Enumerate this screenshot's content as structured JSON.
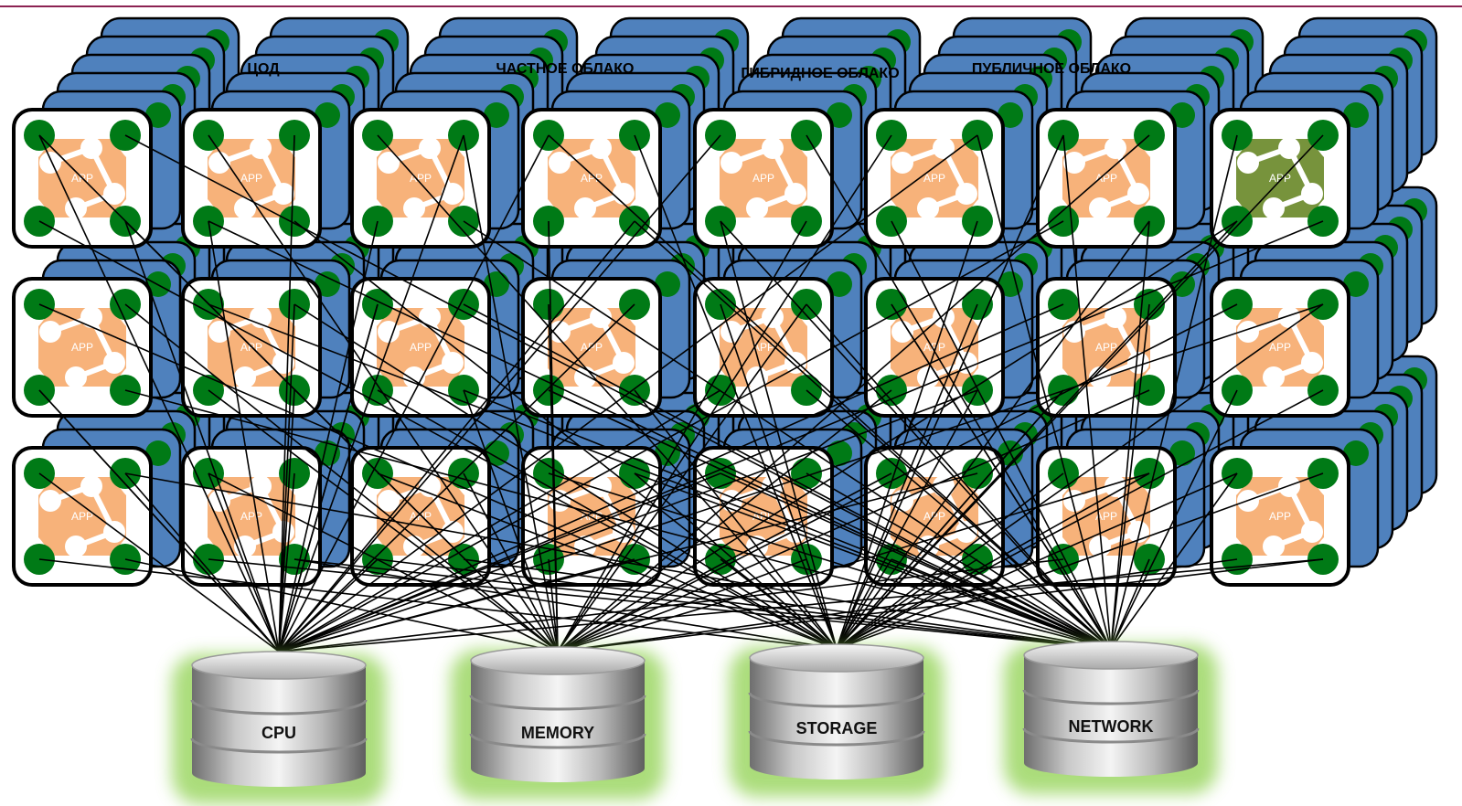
{
  "colors": {
    "rule": "#8b2252",
    "back_card": "#4f81bd",
    "tile_face": "#ffffff",
    "node": "#007a16",
    "app_shape": "#f7b27a",
    "app_shape_alt": "#77933c",
    "link": "#000000",
    "glow": "#8fd14f"
  },
  "environments": [
    "ЦОД",
    "ЧАСТНОЕ ОБЛАКО",
    "ГИБРИДНОЕ ОБЛАКО",
    "ПУБЛИЧНОЕ ОБЛАКО"
  ],
  "app_label": "APP",
  "resources": [
    "CPU",
    "MEMORY",
    "STORAGE",
    "NETWORK"
  ]
}
